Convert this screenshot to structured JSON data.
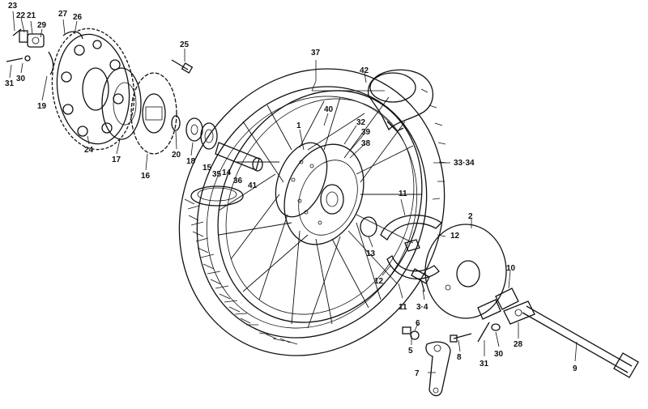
{
  "labels": [
    {
      "text": "23"
    },
    {
      "text": "22"
    },
    {
      "text": "21"
    },
    {
      "text": "29"
    },
    {
      "text": "27"
    },
    {
      "text": "26"
    },
    {
      "text": "31"
    },
    {
      "text": "30"
    },
    {
      "text": "19"
    },
    {
      "text": "24"
    },
    {
      "text": "17"
    },
    {
      "text": "16"
    },
    {
      "text": "25"
    },
    {
      "text": "20"
    },
    {
      "text": "18"
    },
    {
      "text": "15"
    },
    {
      "text": "35"
    },
    {
      "text": "14"
    },
    {
      "text": "36"
    },
    {
      "text": "41"
    },
    {
      "text": "37"
    },
    {
      "text": "42"
    },
    {
      "text": "40"
    },
    {
      "text": "1"
    },
    {
      "text": "32"
    },
    {
      "text": "39"
    },
    {
      "text": "38"
    },
    {
      "text": "33·34"
    },
    {
      "text": "11"
    },
    {
      "text": "2"
    },
    {
      "text": "12"
    },
    {
      "text": "13"
    },
    {
      "text": "12"
    },
    {
      "text": "11"
    },
    {
      "text": "3·4"
    },
    {
      "text": "10"
    },
    {
      "text": "6"
    },
    {
      "text": "5"
    },
    {
      "text": "8"
    },
    {
      "text": "31"
    },
    {
      "text": "30"
    },
    {
      "text": "28"
    },
    {
      "text": "9"
    },
    {
      "text": "7"
    }
  ]
}
